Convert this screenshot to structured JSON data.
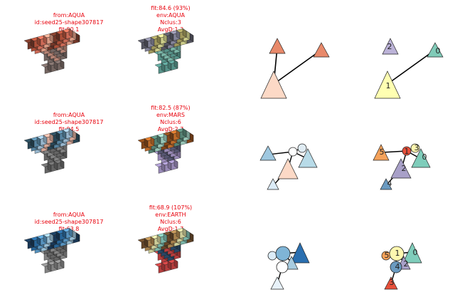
{
  "rows": [
    {
      "left_label": [
        "from:AQUA",
        "id:seed25-shape307817",
        "fit:90.1"
      ],
      "mid_label": [
        "fit:84.6 (93%)",
        "env:AQUA",
        "Nclus:3",
        "AvgD:1.3"
      ],
      "left_palette": [
        "#7a3a2a",
        "#b5523b",
        "#d8705a",
        "#e9a38b",
        "#c08a7a",
        "#7a6a66"
      ],
      "mid_palette": [
        "#5a5a66",
        "#8a8aa0",
        "#a8a060",
        "#d8d890",
        "#7fbfb0",
        "#5a9a90"
      ],
      "graph3_nodes": [
        "",
        "",
        ""
      ],
      "graph4_nodes": [
        "2",
        "0",
        "1"
      ]
    },
    {
      "left_label": [
        "from:AQUA",
        "id:seed25-shape307817",
        "fit:94.5"
      ],
      "mid_label": [
        "fit:82.5 (87%)",
        "env:MARS",
        "Nclus:6",
        "AvgD:2.7"
      ],
      "left_palette": [
        "#2b4a5a",
        "#5a8aa8",
        "#9fc0d8",
        "#e0b0a0",
        "#8a8a8a",
        "#6a6a6a"
      ],
      "mid_palette": [
        "#8a4a1a",
        "#c8702a",
        "#5a8a7a",
        "#9fd0c0",
        "#5a5a78",
        "#a090c0"
      ],
      "graph3_nodes": [
        "",
        "",
        "",
        "",
        "",
        ""
      ],
      "graph4_nodes": [
        "5",
        "1",
        "3",
        "0",
        "2",
        "4"
      ]
    },
    {
      "left_label": [
        "from:AQUA",
        "id:seed25-shape307817",
        "fit:63.8"
      ],
      "mid_label": [
        "fit:68.9 (107%)",
        "env:EARTH",
        "Nclus:6",
        "AvgD:1.7"
      ],
      "left_palette": [
        "#1a3a5a",
        "#2a6aa0",
        "#5a9ac8",
        "#a0c8e0",
        "#6a6a6a",
        "#8a8a8a"
      ],
      "mid_palette": [
        "#6a4a2a",
        "#b08850",
        "#d8d8a0",
        "#7fbfb0",
        "#2a4a6a",
        "#c04040"
      ],
      "graph3_nodes": [
        "",
        "",
        "",
        "",
        "",
        ""
      ],
      "graph4_nodes": [
        "1",
        "0",
        "5",
        "2",
        "4",
        "3"
      ]
    }
  ]
}
